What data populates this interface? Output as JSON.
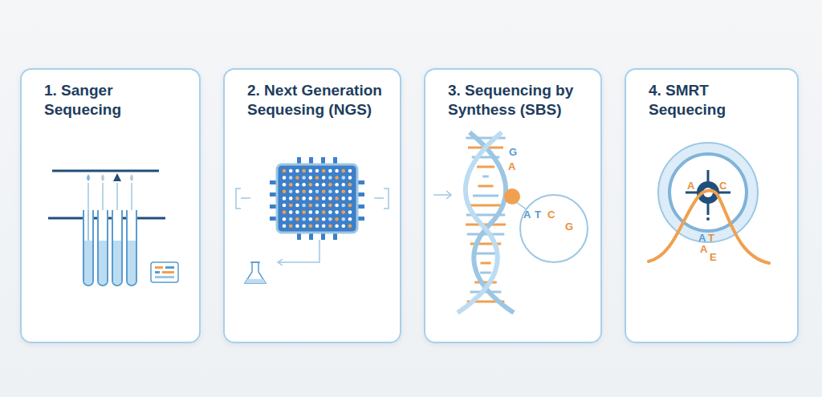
{
  "diagram": {
    "nodes": [
      {
        "text": [
          "1. Sanger Sequecing"
        ]
      },
      {
        "text": [
          "2. Next Generation Sequesing (NGS)"
        ]
      },
      {
        "text": [
          "3. Sequencing by Synthess (SBS)"
        ]
      },
      {
        "text": [
          "4. SMRT Sequecing"
        ]
      }
    ],
    "labels": [
      "G",
      "A",
      "A",
      "T",
      "C",
      "G",
      "A",
      "C",
      "A",
      "T",
      "A",
      "E"
    ]
  }
}
